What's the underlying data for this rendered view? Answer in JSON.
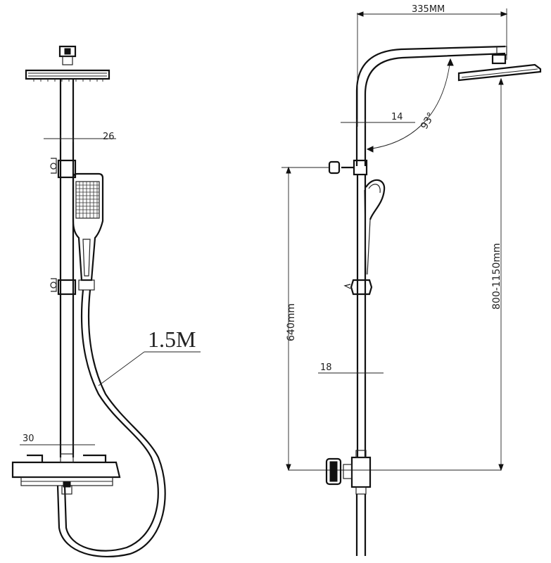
{
  "dimensions": {
    "hose_length": "1.5M",
    "pipe_diameter": "26",
    "mixer_pipe": "30",
    "arm_length": "335MM",
    "arm_pipe": "14",
    "arm_angle": "93°",
    "height_range": "800-1150mm",
    "handset_height": "640mm",
    "riser_diameter": "18"
  }
}
